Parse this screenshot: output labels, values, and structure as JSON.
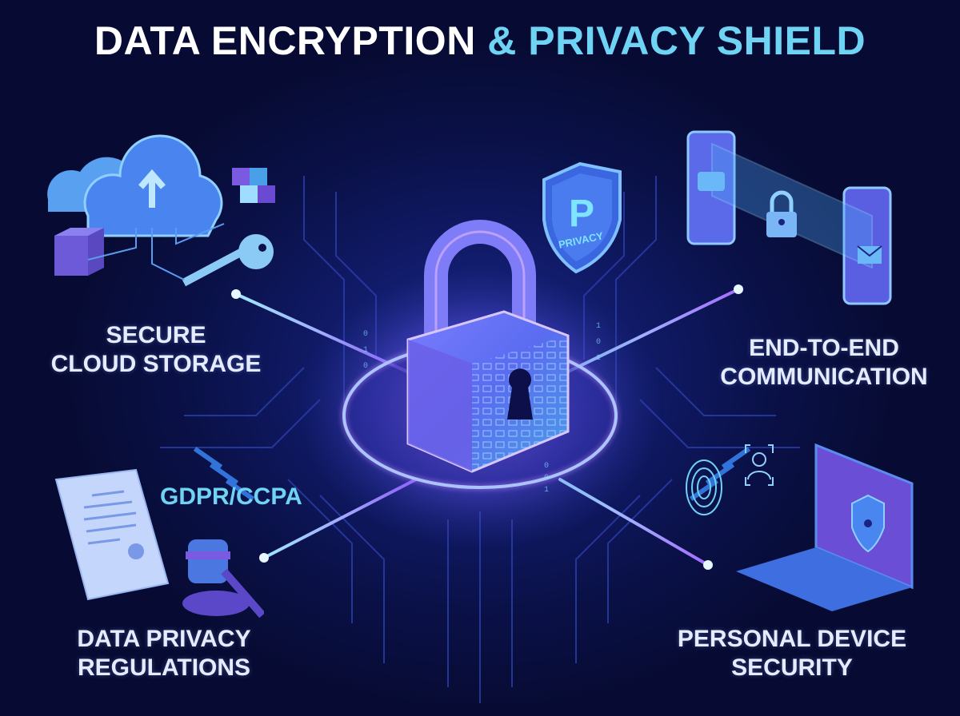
{
  "title": {
    "main": "DATA ENCRYPTION",
    "accent": "& PRIVACY SHIELD"
  },
  "colors": {
    "background": "#070c36",
    "accent_cyan": "#6fd3f4",
    "glow_purple": "#b36bff",
    "label_text": "#e6ecff"
  },
  "center": {
    "icon": "padlock-icon",
    "shield_badge": {
      "letter": "P",
      "text": "PRIVACY"
    }
  },
  "nodes": [
    {
      "id": "cloud",
      "lines": [
        "SECURE",
        "CLOUD STORAGE"
      ],
      "icons": [
        "cloud-upload-icon",
        "cube-cluster-icon",
        "server-box-icon",
        "key-icon"
      ]
    },
    {
      "id": "e2e",
      "lines": [
        "END-TO-END",
        "COMMUNICATION"
      ],
      "icons": [
        "smartphone-icon",
        "chat-bubble-icon",
        "padlock-icon",
        "envelope-icon"
      ]
    },
    {
      "id": "regulations",
      "lines": [
        "DATA PRIVACY",
        "REGULATIONS"
      ],
      "tag": "GDPR/CCPA",
      "icons": [
        "document-scroll-icon",
        "gavel-icon"
      ]
    },
    {
      "id": "device",
      "lines": [
        "PERSONAL DEVICE",
        "SECURITY"
      ],
      "icons": [
        "fingerprint-icon",
        "face-id-icon",
        "laptop-shield-icon"
      ]
    }
  ]
}
